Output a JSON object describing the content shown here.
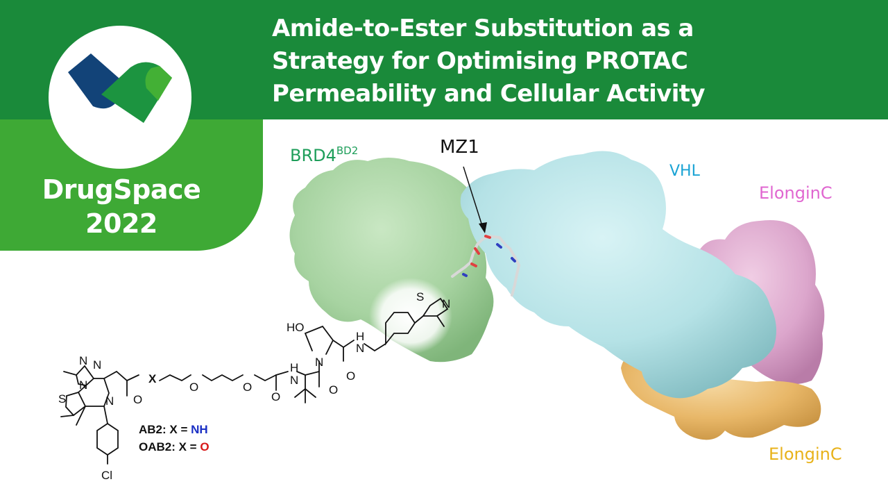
{
  "brand": {
    "name_line1": "DrugSpace",
    "name_line2": "2022",
    "colors": {
      "header_green": "#1a8a3a",
      "panel_green": "#3ea935",
      "logo_blue": "#124378",
      "logo_green": "#1c9440",
      "logo_light_green": "#43b035"
    }
  },
  "title": {
    "line1": "Amide-to-Ester Substitution as a",
    "line2": "Strategy for Optimising PROTAC",
    "line3": "Permeability and Cellular Activity"
  },
  "figure": {
    "labels": {
      "brd4": "BRD4",
      "brd4_sup": "BD2",
      "mz1": "MZ1",
      "vhl": "VHL",
      "elonginc_top": "ElonginC",
      "elonginc_bottom": "ElonginC"
    },
    "colors": {
      "brd4": "#a7d3a1",
      "vhl": "#b5e2e6",
      "elonginc_top": "#dca6cc",
      "elonginc_bottom": "#edc27e",
      "brd4_label": "#1e9e5a",
      "vhl_label": "#1aa3d4",
      "elonginc_top_label": "#e066d0",
      "elonginc_bottom_label": "#e8b21a"
    }
  },
  "structure": {
    "atoms": {
      "n1": "N",
      "n2": "N",
      "n3": "N",
      "n4": "N",
      "s1": "S",
      "x": "X",
      "o_carbonyl1": "O",
      "o_ether1": "O",
      "o_ether2": "O",
      "o_carbonyl2": "O",
      "nh_amide_h": "H",
      "nh_amide_n": "N",
      "o_carbonyl3": "O",
      "n_pyrrolidine": "N",
      "ho": "HO",
      "o_carbonyl4": "O",
      "nh2_h": "H",
      "nh2_n": "N",
      "s_thiazole": "S",
      "n_thiazole": "N",
      "cl": "Cl"
    },
    "variants": [
      {
        "name": "AB2",
        "prefix": "AB2: X = ",
        "x_value": "NH",
        "x_color": "#1a2fc4"
      },
      {
        "name": "OAB2",
        "prefix": "OAB2: X = ",
        "x_value": "O",
        "x_color": "#d81818"
      }
    ]
  }
}
